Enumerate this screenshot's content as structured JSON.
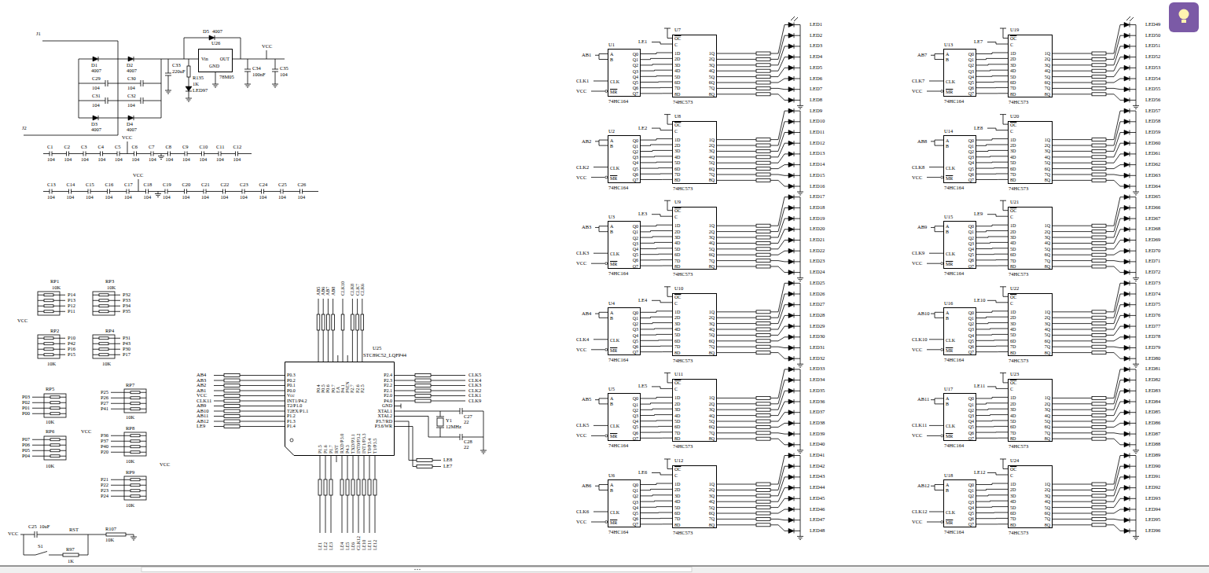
{
  "diagram": {
    "nodes": [
      {
        "text": [
          "U26",
          "Vin",
          "OUT",
          "GND",
          "78M05"
        ]
      },
      {
        "text": [
          "U25",
          "STC89C52_LQFP44",
          "P0.3",
          "P0.2",
          "P0.1",
          "P0.0",
          "Vcc",
          "INT1/P4.2",
          "T2/P1.0",
          "T2EX/P1.1",
          "P1.2",
          "P1.3",
          "P1.4",
          "P2.4",
          "P2.3",
          "P2.2",
          "P2.1",
          "P2.0",
          "P4.0",
          "GND",
          "XTAL1",
          "XTAL2",
          "P3.7/RD",
          "P3.6/WR",
          "P0.4",
          "P0.5",
          "P0.6",
          "P0.7",
          "EA",
          "P4.1",
          "PSEN",
          "P2.7",
          "P2.6",
          "P2.5",
          "P1.5",
          "P1.6",
          "P1.7",
          "RST",
          "RXD/P3.0",
          "P4.3",
          "TXD/P3.1",
          "INT0/P3.2",
          "INT1/P3.3",
          "T0/P3.4",
          "T1/P3.5"
        ]
      },
      {
        "text": [
          "U1",
          "A",
          "B",
          "CLK",
          "MR",
          "Q0",
          "Q1",
          "Q2",
          "Q3",
          "Q4",
          "Q5",
          "Q6",
          "Q7",
          "74HC164"
        ]
      },
      {
        "text": [
          "U7",
          "OC",
          "C",
          "1D",
          "2D",
          "3D",
          "4D",
          "5D",
          "6D",
          "7D",
          "8D",
          "1Q",
          "2Q",
          "3Q",
          "4Q",
          "5Q",
          "6Q",
          "7Q",
          "8Q",
          "74HC573"
        ]
      },
      {
        "text": [
          "U2",
          "A",
          "B",
          "CLK",
          "MR",
          "Q0",
          "Q1",
          "Q2",
          "Q3",
          "Q4",
          "Q5",
          "Q6",
          "Q7",
          "74HC164"
        ]
      },
      {
        "text": [
          "U8",
          "OC",
          "C",
          "1D",
          "2D",
          "3D",
          "4D",
          "5D",
          "6D",
          "7D",
          "8D",
          "1Q",
          "2Q",
          "3Q",
          "4Q",
          "5Q",
          "6Q",
          "7Q",
          "8Q",
          "74HC573"
        ]
      },
      {
        "text": [
          "U3",
          "A",
          "B",
          "CLK",
          "MR",
          "Q0",
          "Q1",
          "Q2",
          "Q3",
          "Q4",
          "Q5",
          "Q6",
          "Q7",
          "74HC164"
        ]
      },
      {
        "text": [
          "U9",
          "OC",
          "C",
          "1D",
          "2D",
          "3D",
          "4D",
          "5D",
          "6D",
          "7D",
          "8D",
          "1Q",
          "2Q",
          "3Q",
          "4Q",
          "5Q",
          "6Q",
          "7Q",
          "8Q",
          "74HC573"
        ]
      },
      {
        "text": [
          "U4",
          "A",
          "B",
          "CLK",
          "MR",
          "Q0",
          "Q1",
          "Q2",
          "Q3",
          "Q4",
          "Q5",
          "Q6",
          "Q7",
          "74HC164"
        ]
      },
      {
        "text": [
          "U10",
          "OC",
          "C",
          "1D",
          "2D",
          "3D",
          "4D",
          "5D",
          "6D",
          "7D",
          "8D",
          "1Q",
          "2Q",
          "3Q",
          "4Q",
          "5Q",
          "6Q",
          "7Q",
          "8Q",
          "74HC573"
        ]
      },
      {
        "text": [
          "U5",
          "A",
          "B",
          "CLK",
          "MR",
          "Q0",
          "Q1",
          "Q2",
          "Q3",
          "Q4",
          "Q5",
          "Q6",
          "Q7",
          "74HC164"
        ]
      },
      {
        "text": [
          "U11",
          "OC",
          "C",
          "1D",
          "2D",
          "3D",
          "4D",
          "5D",
          "6D",
          "7D",
          "8D",
          "1Q",
          "2Q",
          "3Q",
          "4Q",
          "5Q",
          "6Q",
          "7Q",
          "8Q",
          "74HC573"
        ]
      },
      {
        "text": [
          "U6",
          "A",
          "B",
          "CLK",
          "MR",
          "Q0",
          "Q1",
          "Q2",
          "Q3",
          "Q4",
          "Q5",
          "Q6",
          "Q7",
          "74HC164"
        ]
      },
      {
        "text": [
          "U12",
          "OC",
          "C",
          "1D",
          "2D",
          "3D",
          "4D",
          "5D",
          "6D",
          "7D",
          "8D",
          "1Q",
          "2Q",
          "3Q",
          "4Q",
          "5Q",
          "6Q",
          "7Q",
          "8Q",
          "74HC573"
        ]
      },
      {
        "text": [
          "U13",
          "A",
          "B",
          "CLK",
          "MR",
          "Q0",
          "Q1",
          "Q2",
          "Q3",
          "Q4",
          "Q5",
          "Q6",
          "Q7",
          "74HC164"
        ]
      },
      {
        "text": [
          "U19",
          "OC",
          "C",
          "1D",
          "2D",
          "3D",
          "4D",
          "5D",
          "6D",
          "7D",
          "8D",
          "1Q",
          "2Q",
          "3Q",
          "4Q",
          "5Q",
          "6Q",
          "7Q",
          "8Q",
          "74HC573"
        ]
      },
      {
        "text": [
          "U14",
          "A",
          "B",
          "CLK",
          "MR",
          "Q0",
          "Q1",
          "Q2",
          "Q3",
          "Q4",
          "Q5",
          "Q6",
          "Q7",
          "74HC164"
        ]
      },
      {
        "text": [
          "U20",
          "OC",
          "C",
          "1D",
          "2D",
          "3D",
          "4D",
          "5D",
          "6D",
          "7D",
          "8D",
          "1Q",
          "2Q",
          "3Q",
          "4Q",
          "5Q",
          "6Q",
          "7Q",
          "8Q",
          "74HC573"
        ]
      },
      {
        "text": [
          "U15",
          "A",
          "B",
          "CLK",
          "MR",
          "Q0",
          "Q1",
          "Q2",
          "Q3",
          "Q4",
          "Q5",
          "Q6",
          "Q7",
          "74HC164"
        ]
      },
      {
        "text": [
          "U21",
          "OC",
          "C",
          "1D",
          "2D",
          "3D",
          "4D",
          "5D",
          "6D",
          "7D",
          "8D",
          "1Q",
          "2Q",
          "3Q",
          "4Q",
          "5Q",
          "6Q",
          "7Q",
          "8Q",
          "74HC573"
        ]
      },
      {
        "text": [
          "U16",
          "A",
          "B",
          "CLK",
          "MR",
          "Q0",
          "Q1",
          "Q2",
          "Q3",
          "Q4",
          "Q5",
          "Q6",
          "Q7",
          "74HC164"
        ]
      },
      {
        "text": [
          "U22",
          "OC",
          "C",
          "1D",
          "2D",
          "3D",
          "4D",
          "5D",
          "6D",
          "7D",
          "8D",
          "1Q",
          "2Q",
          "3Q",
          "4Q",
          "5Q",
          "6Q",
          "7Q",
          "8Q",
          "74HC573"
        ]
      },
      {
        "text": [
          "U17",
          "A",
          "B",
          "CLK",
          "MR",
          "Q0",
          "Q1",
          "Q2",
          "Q3",
          "Q4",
          "Q5",
          "Q6",
          "Q7",
          "74HC164"
        ]
      },
      {
        "text": [
          "U23",
          "OC",
          "C",
          "1D",
          "2D",
          "3D",
          "4D",
          "5D",
          "6D",
          "7D",
          "8D",
          "1Q",
          "2Q",
          "3Q",
          "4Q",
          "5Q",
          "6Q",
          "7Q",
          "8Q",
          "74HC573"
        ]
      },
      {
        "text": [
          "U18",
          "A",
          "B",
          "CLK",
          "MR",
          "Q0",
          "Q1",
          "Q2",
          "Q3",
          "Q4",
          "Q5",
          "Q6",
          "Q7",
          "74HC164"
        ]
      },
      {
        "text": [
          "U24",
          "OC",
          "C",
          "1D",
          "2D",
          "3D",
          "4D",
          "5D",
          "6D",
          "7D",
          "8D",
          "1Q",
          "2Q",
          "3Q",
          "4Q",
          "5Q",
          "6Q",
          "7Q",
          "8Q",
          "74HC573"
        ]
      }
    ],
    "edges": [
      {
        "from": 2,
        "to": 3,
        "arrow": "none"
      },
      {
        "from": 4,
        "to": 5,
        "arrow": "none"
      },
      {
        "from": 6,
        "to": 7,
        "arrow": "none"
      },
      {
        "from": 8,
        "to": 9,
        "arrow": "none"
      },
      {
        "from": 10,
        "to": 11,
        "arrow": "none"
      },
      {
        "from": 12,
        "to": 13,
        "arrow": "none"
      },
      {
        "from": 14,
        "to": 15,
        "arrow": "none"
      },
      {
        "from": 16,
        "to": 17,
        "arrow": "none"
      },
      {
        "from": 18,
        "to": 19,
        "arrow": "none"
      },
      {
        "from": 20,
        "to": 21,
        "arrow": "none"
      },
      {
        "from": 22,
        "to": 23,
        "arrow": "none"
      },
      {
        "from": 24,
        "to": 25,
        "arrow": "none"
      }
    ],
    "labels": [
      "LED1",
      "LED2",
      "LED3",
      "LED4",
      "LED5",
      "LED6",
      "LED7",
      "LED8",
      "LED9",
      "LED10",
      "LED11",
      "LED12",
      "LED13",
      "LED14",
      "LED15",
      "LED16",
      "LED17",
      "LED18",
      "LED19",
      "LED20",
      "LED21",
      "LED22",
      "LED23",
      "LED24",
      "LED25",
      "LED26",
      "LED27",
      "LED28",
      "LED29",
      "LED30",
      "LED31",
      "LED32",
      "LED33",
      "LED34",
      "LED35",
      "LED36",
      "LED37",
      "LED38",
      "LED39",
      "LED40",
      "LED41",
      "LED42",
      "LED43",
      "LED44",
      "LED45",
      "LED46",
      "LED47",
      "LED48",
      "LED49",
      "LED50",
      "LED51",
      "LED52",
      "LED53",
      "LED54",
      "LED55",
      "LED56",
      "LED57",
      "LED58",
      "LED59",
      "LED60",
      "LED61",
      "LED62",
      "LED63",
      "LED64",
      "LED65",
      "LED66",
      "LED67",
      "LED68",
      "LED69",
      "LED70",
      "LED71",
      "LED72",
      "LED73",
      "LED74",
      "LED75",
      "LED76",
      "LED77",
      "LED78",
      "LED79",
      "LED80",
      "LED81",
      "LED82",
      "LED83",
      "LED84",
      "LED85",
      "LED86",
      "LED87",
      "LED88",
      "LED89",
      "LED90",
      "LED91",
      "LED92",
      "LED93",
      "LED94",
      "LED95",
      "LED96",
      "AB1",
      "CLK1",
      "VCC",
      "LE1",
      "AB2",
      "CLK2",
      "VCC",
      "LE2",
      "AB3",
      "CLK3",
      "VCC",
      "LE3",
      "AB4",
      "CLK4",
      "VCC",
      "LE4",
      "AB5",
      "CLK5",
      "VCC",
      "LE5",
      "AB6",
      "CLK6",
      "VCC",
      "LE6",
      "AB7",
      "CLK7",
      "VCC",
      "LE7",
      "AB8",
      "CLK8",
      "VCC",
      "LE8",
      "AB9",
      "CLK9",
      "VCC",
      "LE9",
      "AB10",
      "CLK10",
      "VCC",
      "LE10",
      "AB11",
      "CLK11",
      "VCC",
      "LE11",
      "AB12",
      "CLK12",
      "VCC",
      "LE12",
      "J1",
      "J2",
      "D1",
      "4007",
      "D2",
      "4007",
      "C29",
      "104",
      "C30",
      "104",
      "C31",
      "104",
      "C32",
      "104",
      "D3",
      "4007",
      "D4",
      "4007",
      "C33",
      "220uF",
      "R135",
      "1K",
      "LED97",
      "D5",
      "4007",
      "VCC",
      "C34",
      "100nF",
      "C35",
      "104",
      "VCC",
      "C1",
      "104",
      "C2",
      "104",
      "C3",
      "104",
      "C4",
      "104",
      "C5",
      "104",
      "C6",
      "104",
      "C7",
      "104",
      "C8",
      "104",
      "C9",
      "104",
      "C10",
      "104",
      "C11",
      "104",
      "C12",
      "104",
      "VCC",
      "C13",
      "104",
      "C14",
      "104",
      "C15",
      "104",
      "C16",
      "104",
      "C17",
      "104",
      "C18",
      "104",
      "C19",
      "104",
      "C20",
      "104",
      "C21",
      "104",
      "C22",
      "104",
      "C23",
      "104",
      "C24",
      "104",
      "C25",
      "104",
      "C26",
      "104",
      "RP1",
      "10K",
      "P14",
      "P13",
      "P12",
      "P11",
      "RP3",
      "10K",
      "P32",
      "P33",
      "P34",
      "P35",
      "VCC",
      "RP2",
      "10K",
      "P10",
      "P42",
      "P16",
      "P15",
      "RP4",
      "10K",
      "P31",
      "P43",
      "P30",
      "P17",
      "RP5",
      "10K",
      "P03",
      "P02",
      "P01",
      "P00",
      "RP6",
      "10K",
      "P07",
      "P06",
      "P05",
      "P04",
      "VCC",
      "RP7",
      "10K",
      "P25",
      "P26",
      "P27",
      "P41",
      "RP8",
      "10K",
      "P36",
      "P37",
      "P40",
      "P20",
      "VCC",
      "RP9",
      "10K",
      "P21",
      "P22",
      "P23",
      "P24",
      "VCC",
      "C25",
      "10uF",
      "RST",
      "R107",
      "10K",
      "S1",
      "R97",
      "1K",
      "AB4",
      "AB3",
      "AB2",
      "AB1",
      "VCC",
      "CLK11",
      "AB9",
      "AB10",
      "AB11",
      "AB12",
      "LE9",
      "CLK5",
      "CLK4",
      "CLK3",
      "CLK2",
      "CLK1",
      "CLK9",
      "C27",
      "22",
      "Y1",
      "12MHz",
      "C28",
      "22",
      "LE8",
      "LE7",
      "AB5",
      "AB6",
      "AB7",
      "AB8",
      "CLK10",
      "CLK8",
      "CLK7",
      "CLK6",
      "LE1",
      "LE2",
      "LE3",
      "LE4",
      "LE5",
      "LE6",
      "CLK12",
      "LE10",
      "LE11",
      "LE12"
    ]
  }
}
